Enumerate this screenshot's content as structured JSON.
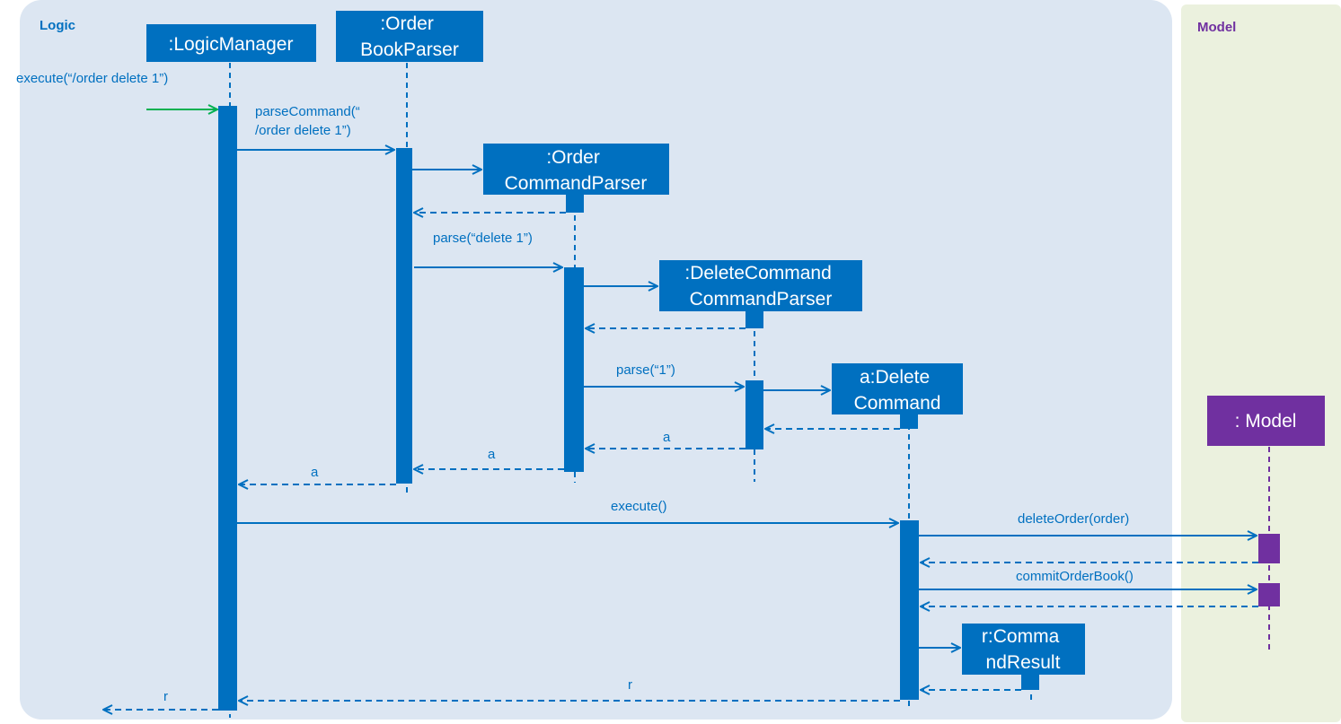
{
  "colors": {
    "logic_frame": "#dce6f2",
    "model_frame": "#ebf1de",
    "logic_accent": "#0070c0",
    "model_accent": "#7030a0",
    "start_arrow": "#00b050"
  },
  "frames": {
    "logic": {
      "title": "Logic"
    },
    "model": {
      "title": "Model"
    }
  },
  "participants": {
    "logic_manager": {
      "lines": [
        ":LogicManager"
      ]
    },
    "order_book_parser": {
      "lines": [
        ":Order",
        "BookParser"
      ]
    },
    "order_command_parser": {
      "lines": [
        ":Order",
        "CommandParser"
      ]
    },
    "delete_command_parser": {
      "lines": [
        ":DeleteCommand",
        "CommandParser"
      ]
    },
    "delete_command": {
      "lines": [
        "a:Delete",
        "Command"
      ]
    },
    "command_result": {
      "lines": [
        "r:Comma",
        "ndResult"
      ]
    },
    "model": {
      "lines": [
        ": Model"
      ]
    }
  },
  "messages": {
    "execute_input": {
      "lines": [
        "execute(“/order delete 1”)"
      ]
    },
    "parse_command": {
      "lines": [
        "parseCommand(“",
        "/order delete 1”)"
      ]
    },
    "parse_delete": {
      "lines": [
        "parse(“delete 1”)"
      ]
    },
    "parse_one": {
      "lines": [
        "parse(“1”)"
      ]
    },
    "return_a_dcp": {
      "lines": [
        "a"
      ]
    },
    "return_a_ocp": {
      "lines": [
        "a"
      ]
    },
    "return_a_obp": {
      "lines": [
        "a"
      ]
    },
    "execute": {
      "lines": [
        "execute()"
      ]
    },
    "delete_order": {
      "lines": [
        "deleteOrder(order)"
      ]
    },
    "commit_order_book": {
      "lines": [
        "commitOrderBook()"
      ]
    },
    "return_r_dc": {
      "lines": [
        "r"
      ]
    },
    "return_r_lm": {
      "lines": [
        "r"
      ]
    }
  }
}
